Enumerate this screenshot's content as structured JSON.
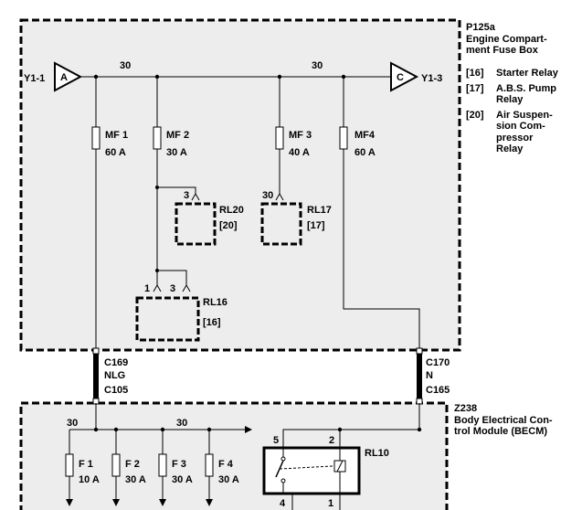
{
  "fuse_box": {
    "code": "P125a",
    "name": "Engine Compartment Fuse Box",
    "name_lines": [
      "Engine Compart-",
      "ment Fuse Box"
    ],
    "legend": [
      {
        "num": "[16]",
        "lines": [
          "Starter Relay"
        ]
      },
      {
        "num": "[17]",
        "lines": [
          "A.B.S. Pump",
          "Relay"
        ]
      },
      {
        "num": "[20]",
        "lines": [
          "Air Suspen-",
          "sion Com-",
          "pressor",
          "Relay"
        ]
      }
    ]
  },
  "connectors": {
    "in_label": "Y1-1",
    "in_letter": "A",
    "out_label": "Y1-3",
    "out_letter": "C"
  },
  "wires": {
    "w30a": "30",
    "w30b": "30",
    "w30c": "30",
    "w30d": "30"
  },
  "fuses": {
    "mf1": {
      "name": "MF 1",
      "rating": "60 A"
    },
    "mf2": {
      "name": "MF 2",
      "rating": "30 A"
    },
    "mf3": {
      "name": "MF 3",
      "rating": "40 A"
    },
    "mf4": {
      "name": "MF4",
      "rating": "60 A"
    },
    "f1": {
      "name": "F 1",
      "rating": "10 A"
    },
    "f2": {
      "name": "F 2",
      "rating": "30 A"
    },
    "f3": {
      "name": "F 3",
      "rating": "30 A"
    },
    "f4": {
      "name": "F 4",
      "rating": "30 A"
    }
  },
  "relays": {
    "rl20": {
      "name": "RL20",
      "ref": "[20]",
      "pin": "3"
    },
    "rl17": {
      "name": "RL17",
      "ref": "[17]",
      "pin": "30"
    },
    "rl16": {
      "name": "RL16",
      "ref": "[16]",
      "pin1": "1",
      "pin3": "3"
    },
    "rl10": {
      "name": "RL10",
      "pin5": "5",
      "pin2": "2",
      "pin4": "4",
      "pin1": "1"
    }
  },
  "harness": {
    "left": [
      "C169",
      "NLG",
      "C105"
    ],
    "right": [
      "C170",
      "N",
      "C165"
    ]
  },
  "bcm": {
    "code": "Z238",
    "name": "Body Electrical Control Module (BECM)",
    "name_lines": [
      "Body Electrical Con-",
      "trol Module (BECM)"
    ]
  }
}
